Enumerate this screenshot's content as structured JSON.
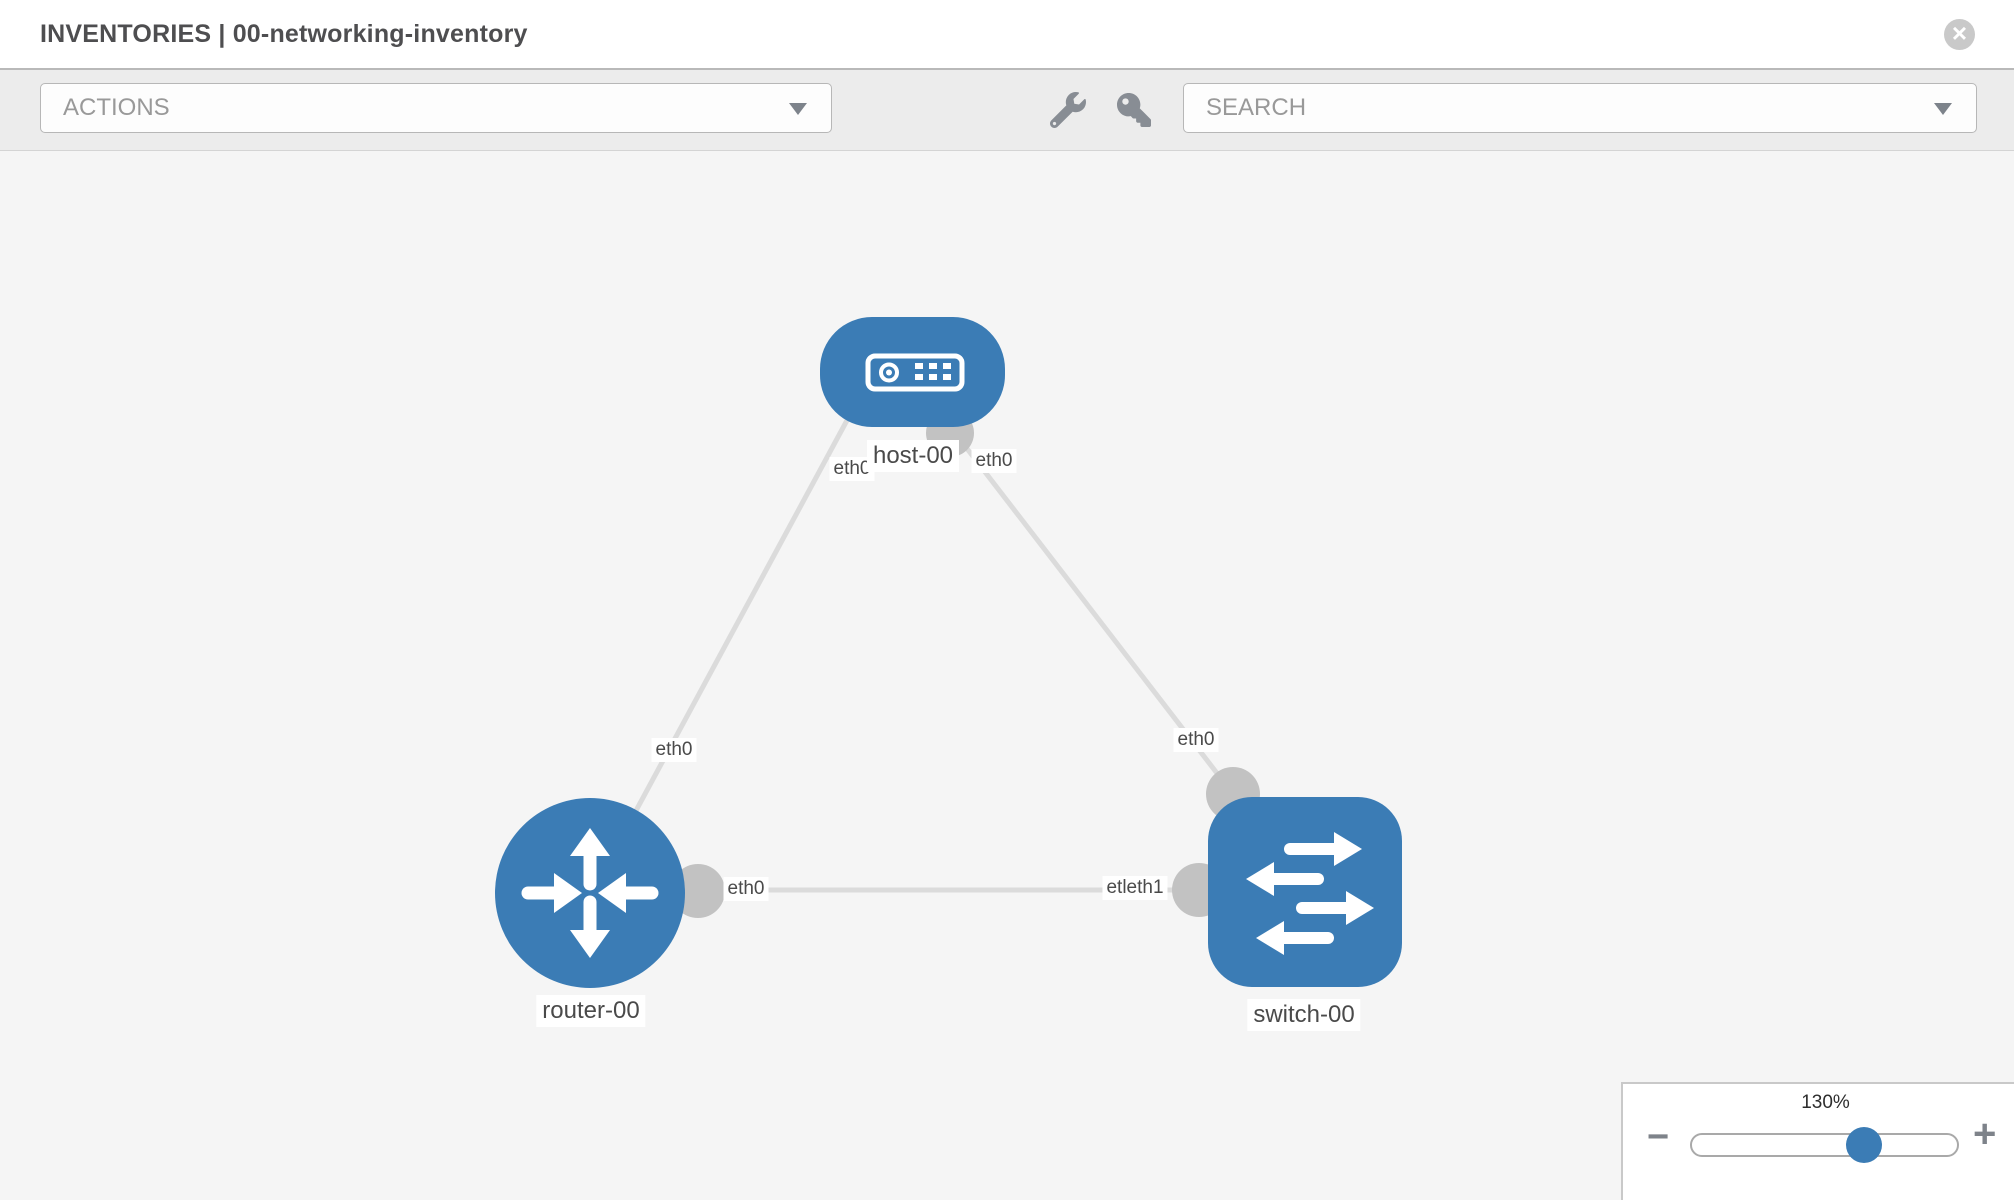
{
  "header": {
    "title": "INVENTORIES | 00-networking-inventory"
  },
  "icons": {
    "close": "×",
    "minus": "−",
    "plus": "+"
  },
  "toolbar": {
    "actions_label": "ACTIONS",
    "search_label": "SEARCH"
  },
  "topology": {
    "nodes": [
      {
        "label": "host-00",
        "type": "host"
      },
      {
        "label": "router-00",
        "type": "router"
      },
      {
        "label": "switch-00",
        "type": "switch"
      }
    ],
    "links": [
      {
        "from": "host-00",
        "to": "router-00",
        "from_label": "eth0",
        "to_label": "eth0"
      },
      {
        "from": "host-00",
        "to": "switch-00",
        "from_label": "eth0",
        "to_label": "eth0"
      },
      {
        "from": "router-00",
        "to": "switch-00",
        "from_label": "eth0",
        "to_label": "etleth1"
      }
    ]
  },
  "zoom_control": {
    "level": "130%"
  },
  "colors": {
    "node_blue": "#3b7cb5",
    "link_gray": "#dbdbdb",
    "connector_gray": "#c2c2c2",
    "canvas_bg": "#f5f5f5",
    "toolbar_bg": "#ececec"
  }
}
